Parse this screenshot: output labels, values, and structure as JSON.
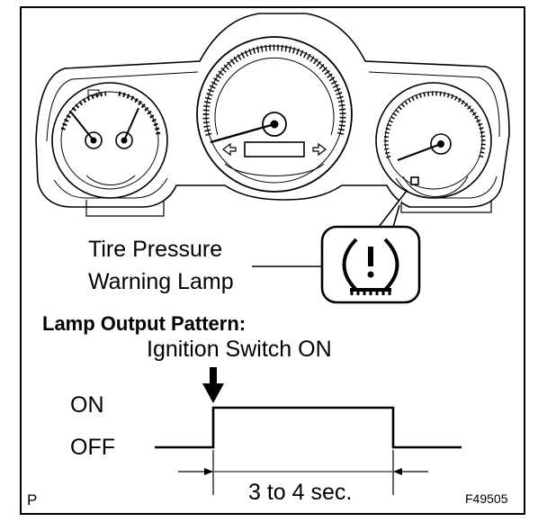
{
  "lamp_label": {
    "line1": "Tire Pressure",
    "line2": "Warning Lamp"
  },
  "pattern": {
    "title": "Lamp Output Pattern:",
    "trigger": "Ignition Switch ON",
    "on_label": "ON",
    "off_label": "OFF",
    "duration": "3 to 4 sec."
  },
  "corner": {
    "left": "P",
    "right": "F49505"
  },
  "icons": {
    "warning_lamp": "tire-pressure-warning-icon",
    "trigger_arrow": "arrow-down-icon"
  }
}
